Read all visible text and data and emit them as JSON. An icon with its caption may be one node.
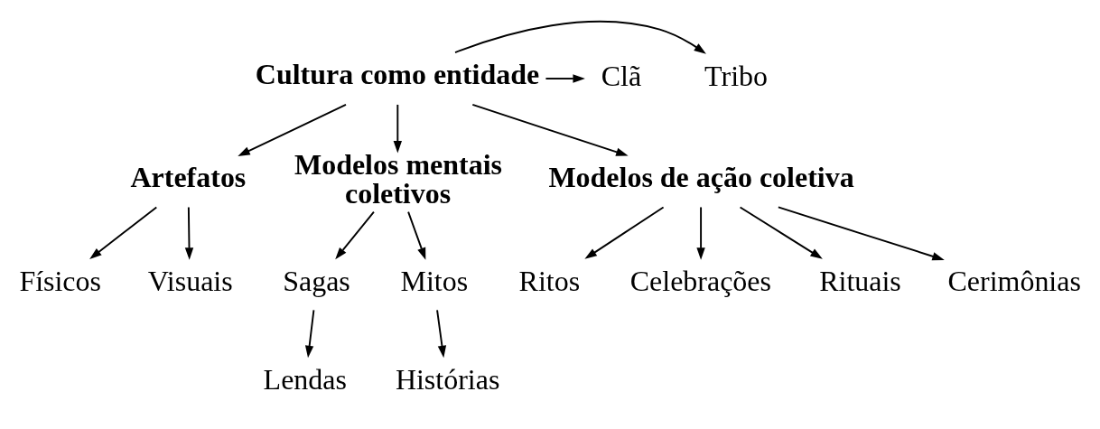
{
  "diagram": {
    "nodes": [
      {
        "text": [
          "Cultura como entidade"
        ]
      },
      {
        "text": [
          "Tribo"
        ]
      },
      {
        "text": [
          "Clã"
        ]
      },
      {
        "text": [
          "Artefatos"
        ]
      },
      {
        "text": [
          "Modelos mentais coletivos"
        ]
      },
      {
        "text": [
          "Modelos de ação coletiva"
        ]
      },
      {
        "text": [
          "Físicos"
        ]
      },
      {
        "text": [
          "Visuais"
        ]
      },
      {
        "text": [
          "Sagas"
        ]
      },
      {
        "text": [
          "Mitos"
        ]
      },
      {
        "text": [
          "Lendas"
        ]
      },
      {
        "text": [
          "Histórias"
        ]
      },
      {
        "text": [
          "Ritos"
        ]
      },
      {
        "text": [
          "Celebrações"
        ]
      },
      {
        "text": [
          "Rituais"
        ]
      },
      {
        "text": [
          "Cerimônias"
        ]
      }
    ],
    "edges": [
      {
        "from": 0,
        "to": 1,
        "arrow": "to"
      },
      {
        "from": 0,
        "to": 2,
        "arrow": "to"
      },
      {
        "from": 0,
        "to": 3,
        "arrow": "to"
      },
      {
        "from": 0,
        "to": 4,
        "arrow": "to"
      },
      {
        "from": 0,
        "to": 5,
        "arrow": "to"
      },
      {
        "from": 3,
        "to": 6,
        "arrow": "to"
      },
      {
        "from": 3,
        "to": 7,
        "arrow": "to"
      },
      {
        "from": 4,
        "to": 8,
        "arrow": "to"
      },
      {
        "from": 4,
        "to": 9,
        "arrow": "to"
      },
      {
        "from": 8,
        "to": 10,
        "arrow": "to"
      },
      {
        "from": 9,
        "to": 11,
        "arrow": "to"
      },
      {
        "from": 5,
        "to": 12,
        "arrow": "to"
      },
      {
        "from": 5,
        "to": 13,
        "arrow": "to"
      },
      {
        "from": 5,
        "to": 15,
        "arrow": "to"
      },
      {
        "from": 5,
        "to": 14,
        "arrow": "to"
      }
    ]
  }
}
